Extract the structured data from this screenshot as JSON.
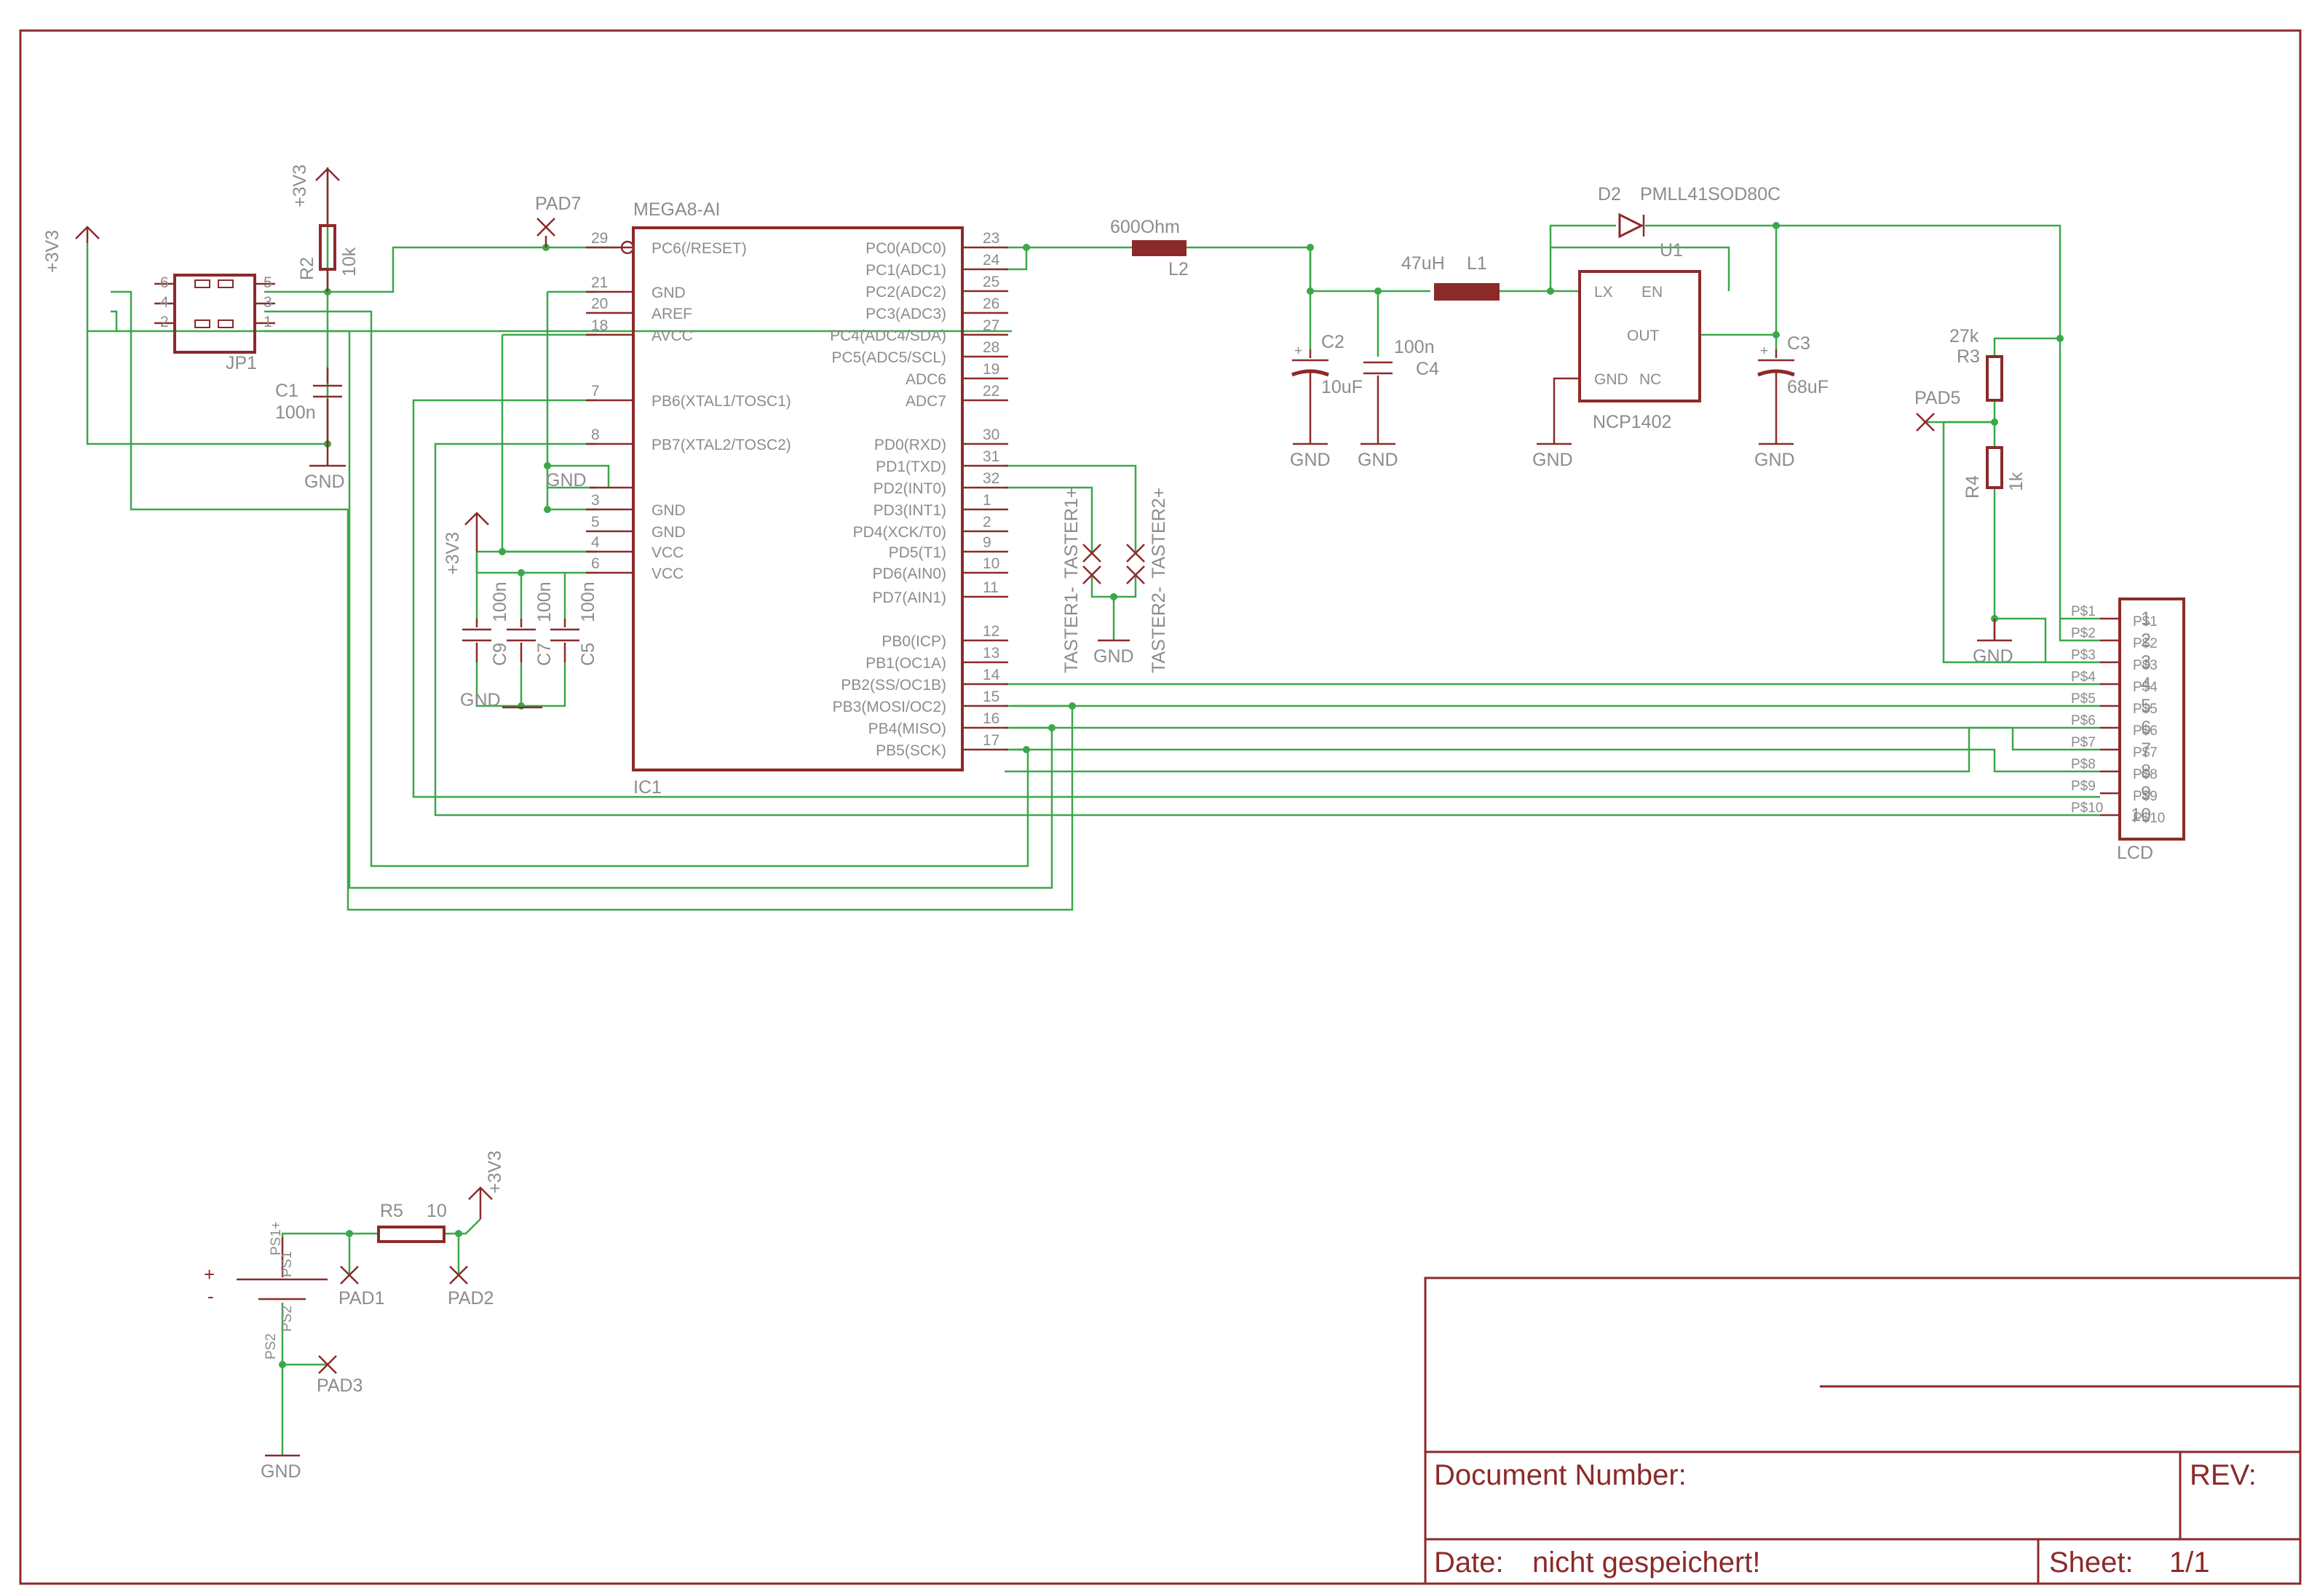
{
  "ic1": {
    "name": "IC1",
    "value": "MEGA8-AI",
    "left_pins": [
      {
        "num": "29",
        "label": "PC6(/RESET)"
      },
      {
        "num": "21",
        "label": "GND"
      },
      {
        "num": "20",
        "label": "AREF"
      },
      {
        "num": "18",
        "label": "AVCC"
      },
      {
        "num": "7",
        "label": "PB6(XTAL1/TOSC1)"
      },
      {
        "num": "8",
        "label": "PB7(XTAL2/TOSC2)"
      },
      {
        "num": "3",
        "label": "GND"
      },
      {
        "num": "5",
        "label": "GND"
      },
      {
        "num": "4",
        "label": "VCC"
      },
      {
        "num": "6",
        "label": "VCC"
      }
    ],
    "right_pins": [
      {
        "num": "23",
        "label": "PC0(ADC0)"
      },
      {
        "num": "24",
        "label": "PC1(ADC1)"
      },
      {
        "num": "25",
        "label": "PC2(ADC2)"
      },
      {
        "num": "26",
        "label": "PC3(ADC3)"
      },
      {
        "num": "27",
        "label": "PC4(ADC4/SDA)"
      },
      {
        "num": "28",
        "label": "PC5(ADC5/SCL)"
      },
      {
        "num": "19",
        "label": "ADC6"
      },
      {
        "num": "22",
        "label": "ADC7"
      },
      {
        "num": "30",
        "label": "PD0(RXD)"
      },
      {
        "num": "31",
        "label": "PD1(TXD)"
      },
      {
        "num": "32",
        "label": "PD2(INT0)"
      },
      {
        "num": "1",
        "label": "PD3(INT1)"
      },
      {
        "num": "2",
        "label": "PD4(XCK/T0)"
      },
      {
        "num": "9",
        "label": "PD5(T1)"
      },
      {
        "num": "10",
        "label": "PD6(AIN0)"
      },
      {
        "num": "11",
        "label": "PD7(AIN1)"
      },
      {
        "num": "12",
        "label": "PB0(ICP)"
      },
      {
        "num": "13",
        "label": "PB1(OC1A)"
      },
      {
        "num": "14",
        "label": "PB2(SS/OC1B)"
      },
      {
        "num": "15",
        "label": "PB3(MOSI/OC2)"
      },
      {
        "num": "16",
        "label": "PB4(MISO)"
      },
      {
        "num": "17",
        "label": "PB5(SCK)"
      }
    ]
  },
  "jp1": {
    "name": "JP1",
    "pins_left": [
      "6",
      "4",
      "2"
    ],
    "pins_right": [
      "5",
      "3",
      "1"
    ]
  },
  "lcd": {
    "name": "LCD",
    "pins": [
      {
        "num": "1",
        "label": "P$1"
      },
      {
        "num": "2",
        "label": "P$2"
      },
      {
        "num": "3",
        "label": "P$3"
      },
      {
        "num": "4",
        "label": "P$4"
      },
      {
        "num": "5",
        "label": "P$5"
      },
      {
        "num": "6",
        "label": "P$6"
      },
      {
        "num": "7",
        "label": "P$7"
      },
      {
        "num": "8",
        "label": "P$8"
      },
      {
        "num": "9",
        "label": "P$9"
      },
      {
        "num": "10",
        "label": "P$10"
      }
    ]
  },
  "parts": {
    "r2_name": "R2",
    "r2_value": "10k",
    "c1_name": "C1",
    "c1_value": "100n",
    "c9_name": "C9",
    "c7_name": "C7",
    "c5_name": "C5",
    "cap_100n": "100n",
    "l2_name": "L2",
    "l2_value": "600Ohm",
    "c2_name": "C2",
    "c2_value": "10uF",
    "c4_name": "C4",
    "c4_value": "100n",
    "l1_name": "L1",
    "l1_value": "47uH",
    "d2_name": "D2",
    "d2_value": "PMLL41SOD80C",
    "u1_name": "U1",
    "u1_value": "NCP1402",
    "u1_lx": "LX",
    "u1_en": "EN",
    "u1_out": "OUT",
    "u1_gnd": "GND",
    "u1_nc": "NC",
    "c3_name": "C3",
    "c3_value": "68uF",
    "r3_name": "R3",
    "r3_value": "27k",
    "r4_name": "R4",
    "r4_value": "1k",
    "r5_name": "R5",
    "r5_value": "10",
    "pad1": "PAD1",
    "pad2": "PAD2",
    "pad3": "PAD3",
    "pad5": "PAD5",
    "pad7": "PAD7",
    "taster1_minus": "TASTER1-",
    "taster1_plus": "TASTER1+",
    "taster2_minus": "TASTER2-",
    "taster2_plus": "TASTER2+",
    "batt_ps1": "PS1+",
    "batt_ps1b": "PS1",
    "batt_ps2": "PS2",
    "batt_ps2b": "PS2",
    "batt_plus": "+",
    "batt_minus": "-"
  },
  "power": {
    "v3": "+3V3",
    "gnd": "GND"
  },
  "title_block": {
    "doc_label": "Document Number:",
    "rev_label": "REV:",
    "date_label": "Date:",
    "date_value": "nicht gespeichert!",
    "sheet_label": "Sheet:",
    "sheet_value": "1/1"
  }
}
